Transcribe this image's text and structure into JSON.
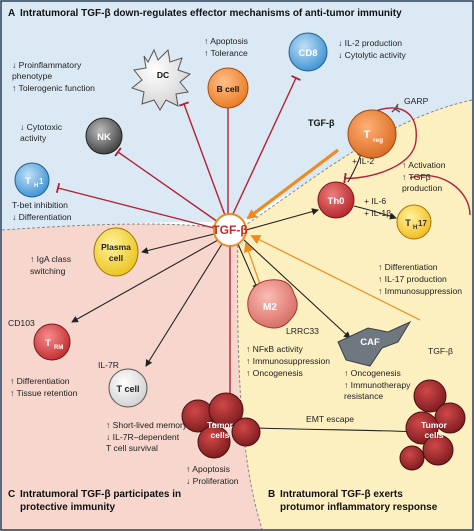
{
  "panels": {
    "a": {
      "letter": "A",
      "title": "Intratumoral TGF-β down-regulates effector mechanisms of anti-tumor immunity"
    },
    "b": {
      "letter": "B",
      "title_line1": "Intratumoral TGF-β exerts",
      "title_line2": "protumor inflammatory response"
    },
    "c": {
      "letter": "C",
      "title_line1": "Intratumoral TGF-β participates in",
      "title_line2": "protective immunity"
    }
  },
  "center": {
    "label": "TGF-β"
  },
  "cells": {
    "dc": "DC",
    "bcell": "B cell",
    "cd8": "CD8",
    "nk": "NK",
    "th1": "T",
    "th1_sub": "H",
    "th1_sub2": "1",
    "treg": "T",
    "treg_sub": "reg",
    "th0": "Th0",
    "th17": "T",
    "th17_sub": "H",
    "th17_sub2": "17",
    "plasma_line1": "Plasma",
    "plasma_line2": "cell",
    "trm": "T",
    "trm_sub": "RM",
    "tcell": "T cell",
    "m2": "M2",
    "caf": "CAF",
    "tumor_line1": "Tumor",
    "tumor_line2": "cells",
    "tumor_right_line1": "Tumor",
    "tumor_right_line2": "cells"
  },
  "labels": {
    "dc_effects": [
      "↓ Proinflammatory",
      "   phenotype",
      "↑ Tolerogenic function"
    ],
    "bcell_effects": [
      "↑ Apoptosis",
      "↑ Tolerance"
    ],
    "cd8_effects": [
      "↓ IL-2 production",
      "↓ Cytolytic activity"
    ],
    "nk_effects": [
      "↓ Cytotoxic",
      "   activity"
    ],
    "th1_effects": [
      "T-bet inhibition",
      "↓ Differentiation"
    ],
    "garp": "GARP",
    "treg_tgfb": "TGF-β",
    "treg_effects": [
      "↑ Activation",
      "↑ TGFβ",
      "   production"
    ],
    "il2": "+ IL-2",
    "il6": "+ IL-6",
    "il1b": "+ IL-1β",
    "th17_effects": [
      "↑ Differentiation",
      "↑ IL-17 production",
      "↑ Immunosuppression"
    ],
    "plasma_effects": [
      "↑ IgA class",
      "   switching"
    ],
    "cd103": "CD103",
    "trm_effects": [
      "↑ Differentiation",
      "↑ Tissue retention"
    ],
    "il7r": "IL-7R",
    "tcell_effects": [
      "↑ Short-lived memory",
      "↓ IL-7R–dependent",
      "   T cell survival"
    ],
    "lrrc33": "LRRC33",
    "m2_effects": [
      "↑ NFκB activity",
      "↑ Immunosuppression",
      "↑ Oncogenesis"
    ],
    "caf_effects": [
      "↑ Oncogenesis",
      "↑ Immunotherapy",
      "   resistance"
    ],
    "tumor_tgfb": "TGF-β",
    "emt": "EMT escape",
    "tumor_effects": [
      "↑ Apoptosis",
      "↓ Proliferation"
    ]
  },
  "colors": {
    "panel_a_bg": "#dbe9f5",
    "panel_b_bg": "#fcefc0",
    "panel_c_bg": "#f6d6cd",
    "inhibit": "#b22234",
    "arrow": "#222222",
    "tgfb_orange": "#f08a1c"
  }
}
